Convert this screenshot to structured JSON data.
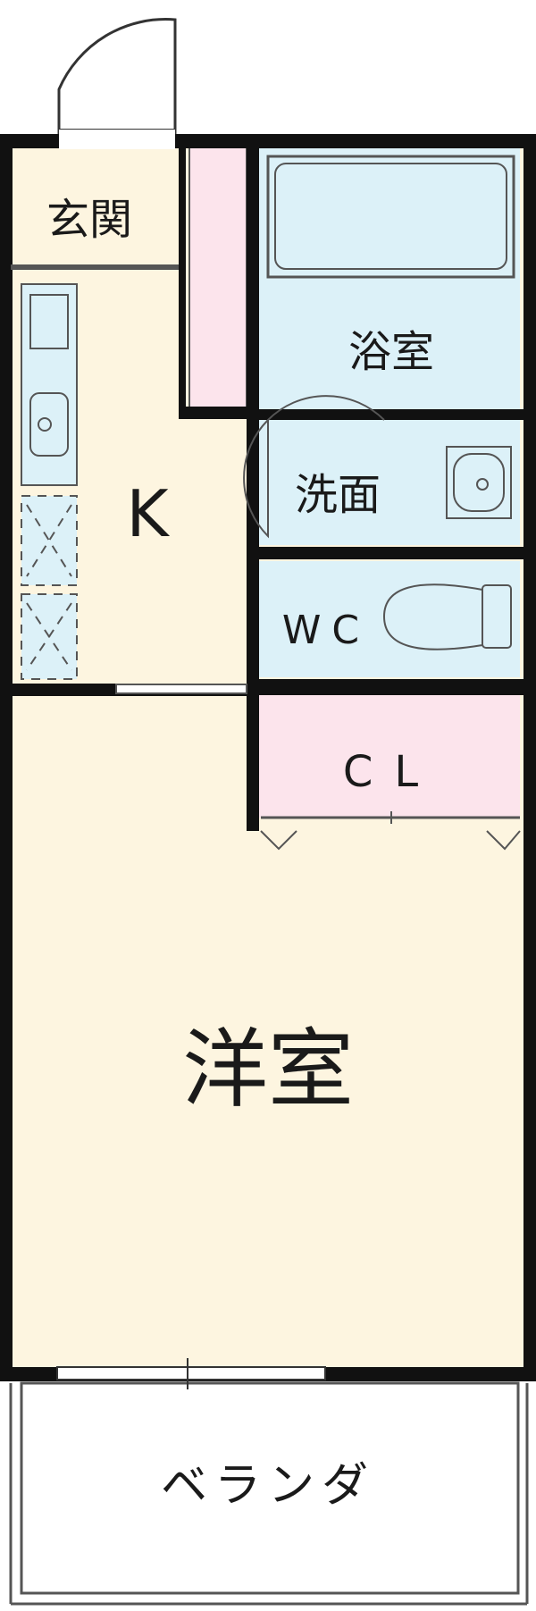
{
  "rooms": {
    "entrance": "玄関",
    "kitchen": "K",
    "bath": "浴室",
    "washroom": "洗面",
    "toilet": "WC",
    "closet": "CL",
    "western_room": "洋室",
    "veranda": "ベランダ"
  },
  "colors": {
    "wall": "#111111",
    "floor": "#fdf5e0",
    "wet_area": "#dcf1f8",
    "storage": "#fce4ec",
    "veranda": "#ffffff"
  }
}
